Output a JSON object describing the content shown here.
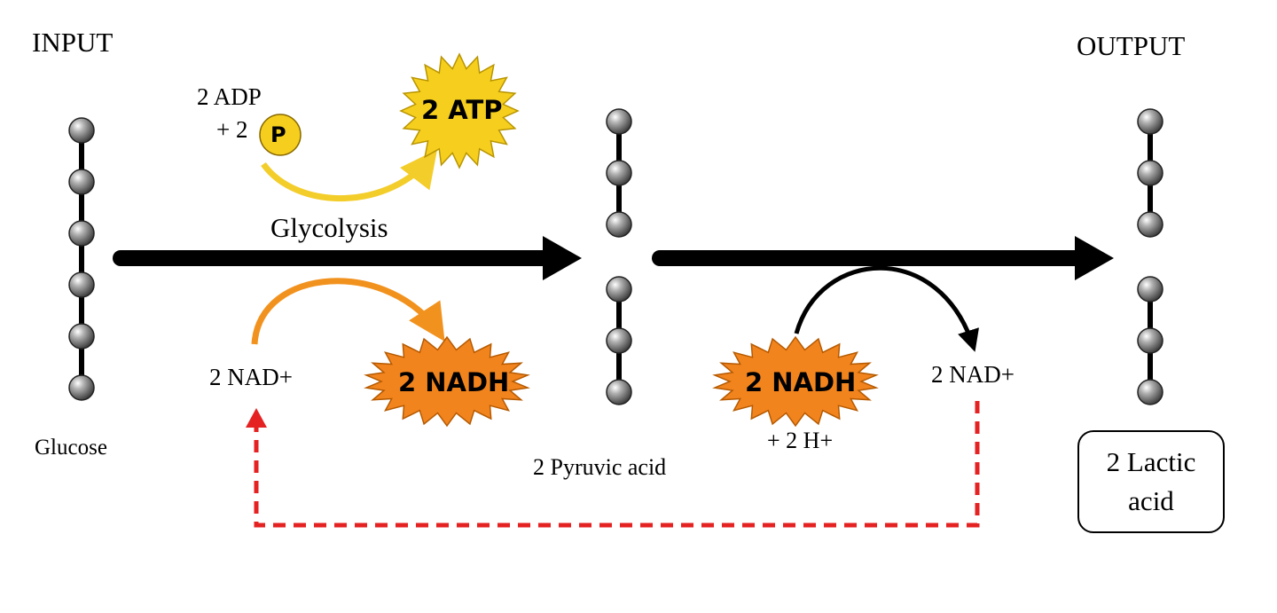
{
  "header": {
    "input_label": "INPUT",
    "output_label": "OUTPUT"
  },
  "glucose": {
    "label": "Glucose"
  },
  "atp_stage": {
    "adp_line1": "2 ADP",
    "adp_line2": "+ 2",
    "phosphate_symbol": "P",
    "atp_burst": "2 ATP"
  },
  "glycolysis": {
    "label": "Glycolysis"
  },
  "nad_stage": {
    "nad_in": "2 NAD+",
    "nadh_out": "2 NADH"
  },
  "pyruvic": {
    "label": "2 Pyruvic acid"
  },
  "fermentation": {
    "nadh_in": "2 NADH",
    "h_plus": "+ 2 H+",
    "nad_out": "2 NAD+"
  },
  "output": {
    "lactic_line1": "2 Lactic",
    "lactic_line2": "acid"
  },
  "colors": {
    "atp_yellow": "#F6CF1E",
    "atp_arrow": "#F3CD2A",
    "nadh_orange": "#F2841E",
    "nadh_arrow": "#F2921E",
    "recycle_red": "#E52222",
    "bead_gray": "#6E6E6E"
  }
}
